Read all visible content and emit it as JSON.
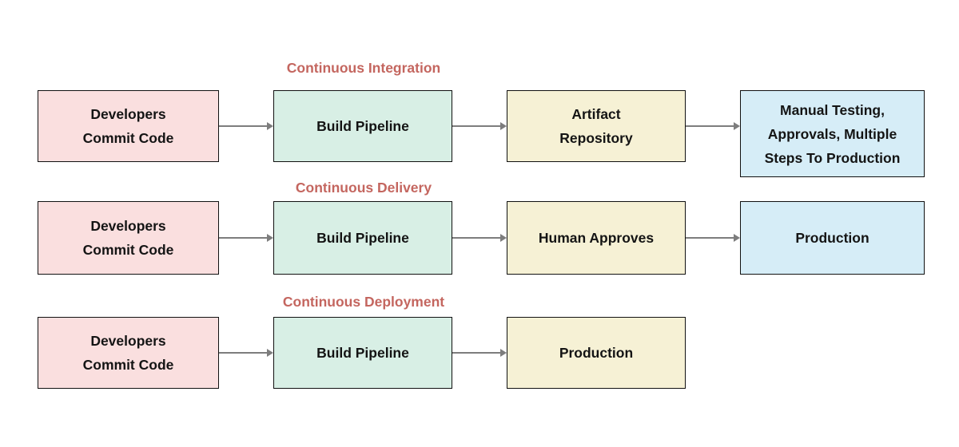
{
  "palette": {
    "commit_fill": "#fadfdf",
    "build_fill": "#d8efe5",
    "mid_fill": "#f6f1d5",
    "final_fill": "#d6edf7",
    "title_color": "#c4665f",
    "border_color": "#111111",
    "arrow_color": "#7d7d7d",
    "background": "#ffffff"
  },
  "rows": [
    {
      "title": "Continuous Integration",
      "boxes": [
        {
          "label": [
            "Developers",
            "Commit Code"
          ]
        },
        {
          "label": [
            "Build Pipeline"
          ]
        },
        {
          "label": [
            "Artifact",
            "Repository"
          ]
        },
        {
          "label": [
            "Manual Testing,",
            "Approvals, Multiple",
            "Steps To Production"
          ]
        }
      ]
    },
    {
      "title": "Continuous Delivery",
      "boxes": [
        {
          "label": [
            "Developers",
            "Commit Code"
          ]
        },
        {
          "label": [
            "Build Pipeline"
          ]
        },
        {
          "label": [
            "Human Approves"
          ]
        },
        {
          "label": [
            "Production"
          ]
        }
      ]
    },
    {
      "title": "Continuous Deployment",
      "boxes": [
        {
          "label": [
            "Developers",
            "Commit Code"
          ]
        },
        {
          "label": [
            "Build Pipeline"
          ]
        },
        {
          "label": [
            "Production"
          ]
        }
      ]
    }
  ]
}
